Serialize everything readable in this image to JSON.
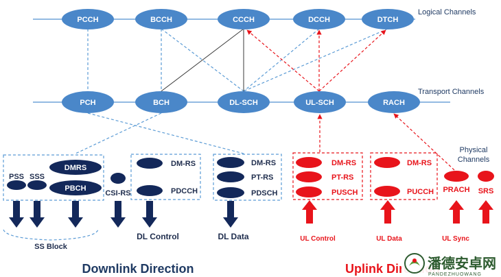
{
  "layers": {
    "logical": "Logical Channels",
    "transport": "Transport Channels",
    "physical": [
      "Physical",
      "Channels"
    ]
  },
  "logical_channels": [
    "PCCH",
    "BCCH",
    "CCCH",
    "DCCH",
    "DTCH"
  ],
  "transport_channels": [
    "PCH",
    "BCH",
    "DL-SCH",
    "UL-SCH",
    "RACH"
  ],
  "downlink": {
    "ss_block": {
      "pss": "PSS",
      "sss": "SSS",
      "dmrs": "DMRS",
      "pbch": "PBCH",
      "label": "SS Block"
    },
    "csi_rs": "CSI-RS",
    "dl_control": {
      "items": [
        "DM-RS",
        "PDCCH"
      ],
      "label": "DL Control"
    },
    "dl_data": {
      "items": [
        "DM-RS",
        "PT-RS",
        "PDSCH"
      ],
      "label": "DL Data"
    },
    "direction": "Downlink Direction"
  },
  "uplink": {
    "ul_control": {
      "items": [
        "DM-RS",
        "PT-RS",
        "PUSCH"
      ],
      "label": "UL Control"
    },
    "ul_data": {
      "items": [
        "DM-RS",
        "PUCCH"
      ],
      "label": "UL Data"
    },
    "prach": "PRACH",
    "srs": "SRS",
    "ul_sync": "UL Sync",
    "direction": "Uplink Direction"
  },
  "watermark": {
    "text": "潘德安卓网",
    "sub": "PANDEZHUOWANG"
  },
  "colors": {
    "node": "#4a87c9",
    "navy": "#13285a",
    "red": "#e8141b",
    "line": "#5b9bd5"
  }
}
